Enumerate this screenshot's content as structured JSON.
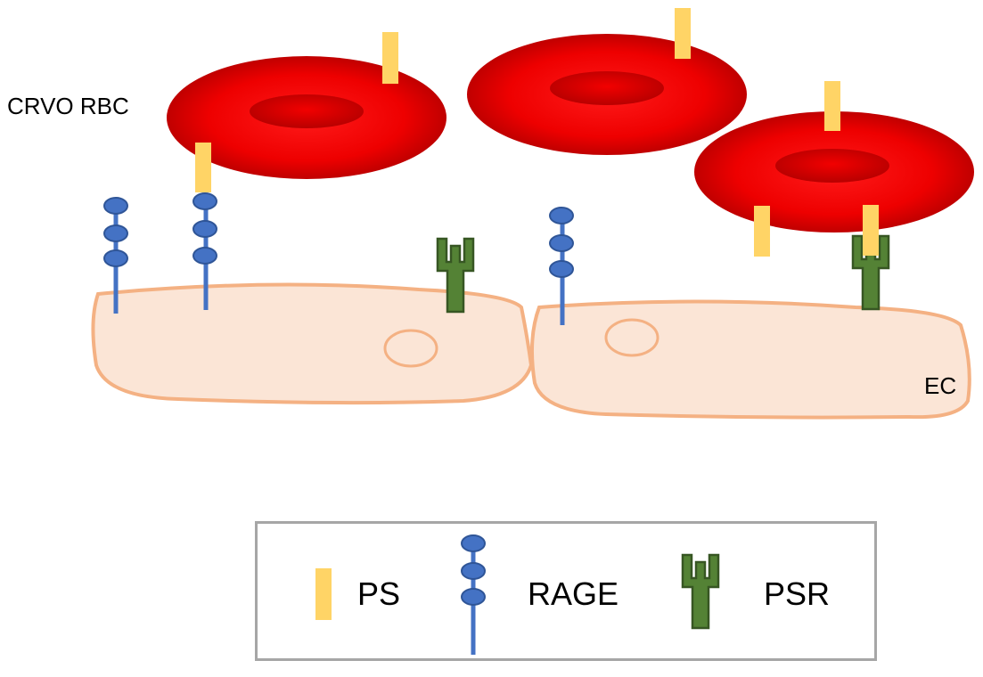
{
  "labels": {
    "rbc": "CRVO RBC",
    "ec": "EC"
  },
  "legend": {
    "ps": "PS",
    "rage": "RAGE",
    "psr": "PSR"
  },
  "colors": {
    "rbc_red": "#e00000",
    "rbc_dark": "#b00000",
    "ps_yellow": "#ffd466",
    "rage_blue": "#4472c4",
    "rage_outline": "#2f5597",
    "psr_green": "#548235",
    "psr_outline": "#375623",
    "ec_fill": "#fbe5d6",
    "ec_outline": "#f4b183",
    "legend_border": "#a6a6a6"
  }
}
